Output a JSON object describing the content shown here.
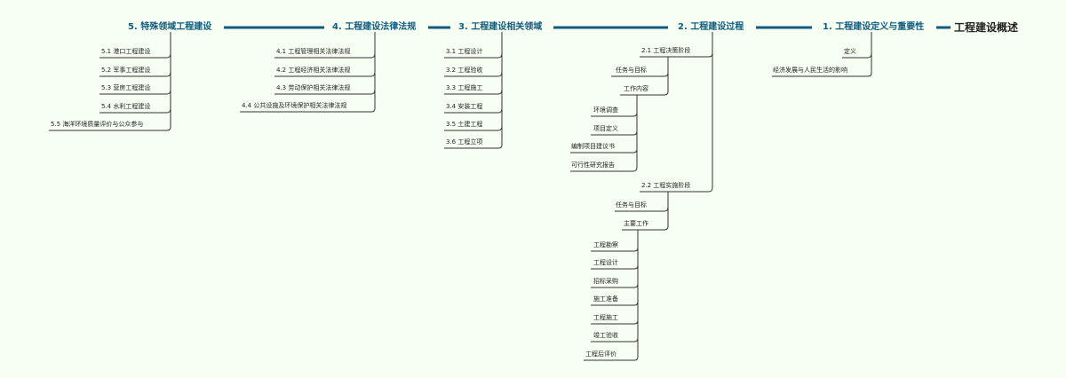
{
  "root": {
    "label": "工程建设概述"
  },
  "colors": {
    "background": "#F7FFF2",
    "main_branch": "#0F5C80",
    "connector": "#222222",
    "text": "#222222"
  },
  "branches": [
    {
      "label": "1.  工程建设定义与重要性",
      "children": [
        {
          "label": "定义"
        },
        {
          "label": "经济发展与人民生活的影响"
        }
      ]
    },
    {
      "label": "2.  工程建设过程",
      "children": [
        {
          "label": "2.1 工程决策阶段",
          "children": [
            {
              "label": "任务与目标"
            },
            {
              "label": "工作内容",
              "children": [
                {
                  "label": "环境调查"
                },
                {
                  "label": "项目定义"
                },
                {
                  "label": "编制项目建议书"
                },
                {
                  "label": "可行性研究报告"
                }
              ]
            }
          ]
        },
        {
          "label": "2.2 工程实施阶段",
          "children": [
            {
              "label": "任务与目标"
            },
            {
              "label": "主要工作",
              "children": [
                {
                  "label": "工程勘察"
                },
                {
                  "label": "工程设计"
                },
                {
                  "label": "招标采购"
                },
                {
                  "label": "施工准备"
                },
                {
                  "label": "工程施工"
                },
                {
                  "label": "竣工验收"
                },
                {
                  "label": "工程后评价"
                }
              ]
            }
          ]
        }
      ]
    },
    {
      "label": "3.  工程建设相关领域",
      "children": [
        {
          "label": "3.1 工程设计"
        },
        {
          "label": "3.2 工程验收"
        },
        {
          "label": "3.3 工程施工"
        },
        {
          "label": "3.4 安装工程"
        },
        {
          "label": "3.5 土建工程"
        },
        {
          "label": "3.6 工程立项"
        }
      ]
    },
    {
      "label": "4.  工程建设法律法规",
      "children": [
        {
          "label": "4.1 工程管理相关法律法规"
        },
        {
          "label": "4.2 工程经济相关法律法规"
        },
        {
          "label": "4.3 劳动保护相关法律法规"
        },
        {
          "label": "4.4 公共设施及环境保护相关法律法规"
        }
      ]
    },
    {
      "label": "5.  特殊领域工程建设",
      "children": [
        {
          "label": "5.1 港口工程建设"
        },
        {
          "label": "5.2 军事工程建设"
        },
        {
          "label": "5.3 营房工程建设"
        },
        {
          "label": "5.4 水利工程建设"
        },
        {
          "label": "5.5 海洋环境质量评价与公众参与"
        }
      ]
    }
  ]
}
